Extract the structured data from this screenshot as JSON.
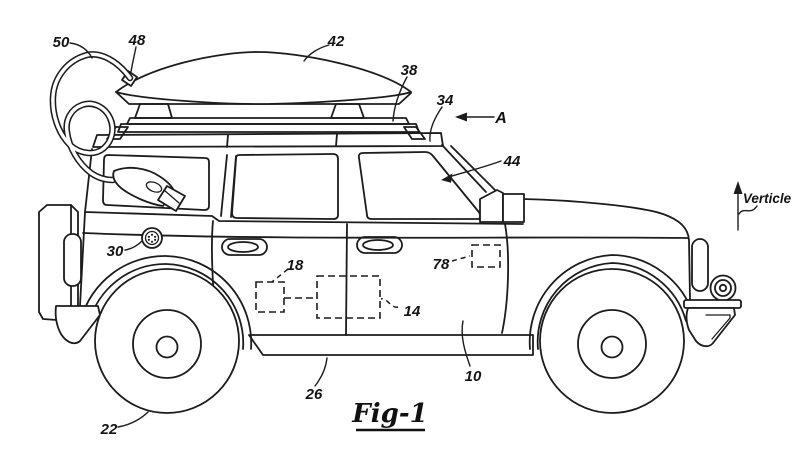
{
  "figure": {
    "caption": "Fig-1",
    "orientation": {
      "vertical_axis_label": "Verticle",
      "view_direction_label": "A"
    },
    "labels": {
      "charging_cable": "50",
      "cable_connector": "48",
      "cargo_box": "42",
      "roof_rack": "38",
      "roof": "34",
      "windshield": "44",
      "charge_port": "30",
      "rear_module": "18",
      "center_module": "14",
      "front_module": "78",
      "vehicle_body": "10",
      "rocker_panel": "26",
      "rear_wheel": "22"
    },
    "colors": {
      "line": "#1c1c1c",
      "background": "#ffffff"
    }
  }
}
